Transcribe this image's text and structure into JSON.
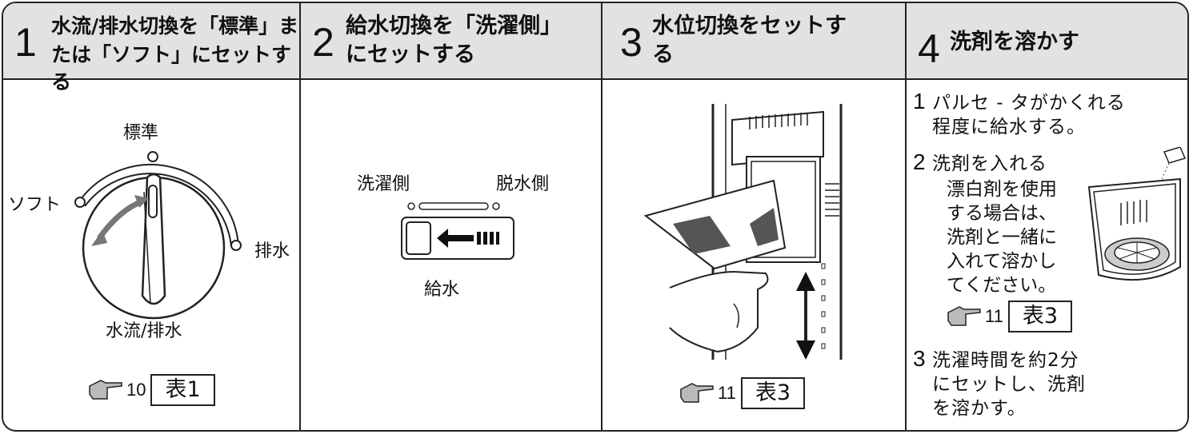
{
  "steps": [
    {
      "num": "1",
      "title_line1": "水流/排水切換を「標準」ま",
      "title_line2": "たは「ソフト」にセットする"
    },
    {
      "num": "2",
      "title_line1": "給水切換を「洗濯側」",
      "title_line2": "にセットする"
    },
    {
      "num": "3",
      "title_line1": "水位切換をセットす",
      "title_line2": "る"
    },
    {
      "num": "4",
      "title_line1": "洗剤を溶かす",
      "title_line2": ""
    }
  ],
  "panel1": {
    "label_top": "標準",
    "label_left": "ソフト",
    "label_right": "排水",
    "label_bottom": "水流/排水",
    "ref_num": "10",
    "ref_table": "表1"
  },
  "panel2": {
    "label_left": "洗濯側",
    "label_right": "脱水側",
    "label_bottom": "給水"
  },
  "panel3": {
    "ref_num": "11",
    "ref_table": "表3"
  },
  "panel4": {
    "items": [
      {
        "num": "1",
        "text": "パルセ - タがかくれる程度に給水する。"
      },
      {
        "num": "2",
        "text": "洗剤を入れる"
      },
      {
        "num": "3",
        "text": "洗濯時間を約2分にセットし、洗剤を溶かす。"
      }
    ],
    "item1_line1": "パルセ - タがかくれる",
    "item1_line2": "程度に給水する。",
    "item2_line1": "洗剤を入れる",
    "note_lines": [
      "漂白剤を使用",
      "する場合は、",
      "洗剤と一緒に",
      "入れて溶かし",
      "てください。"
    ],
    "item3_line1": "洗濯時間を約2分",
    "item3_line2": "にセットし、洗剤",
    "item3_line3": "を溶かす。",
    "ref_num": "11",
    "ref_table": "表3"
  },
  "icons": [
    "pointing-hand-icon",
    "dial-knob",
    "slide-switch",
    "water-level-switch-illustration",
    "washer-tub-illustration"
  ]
}
